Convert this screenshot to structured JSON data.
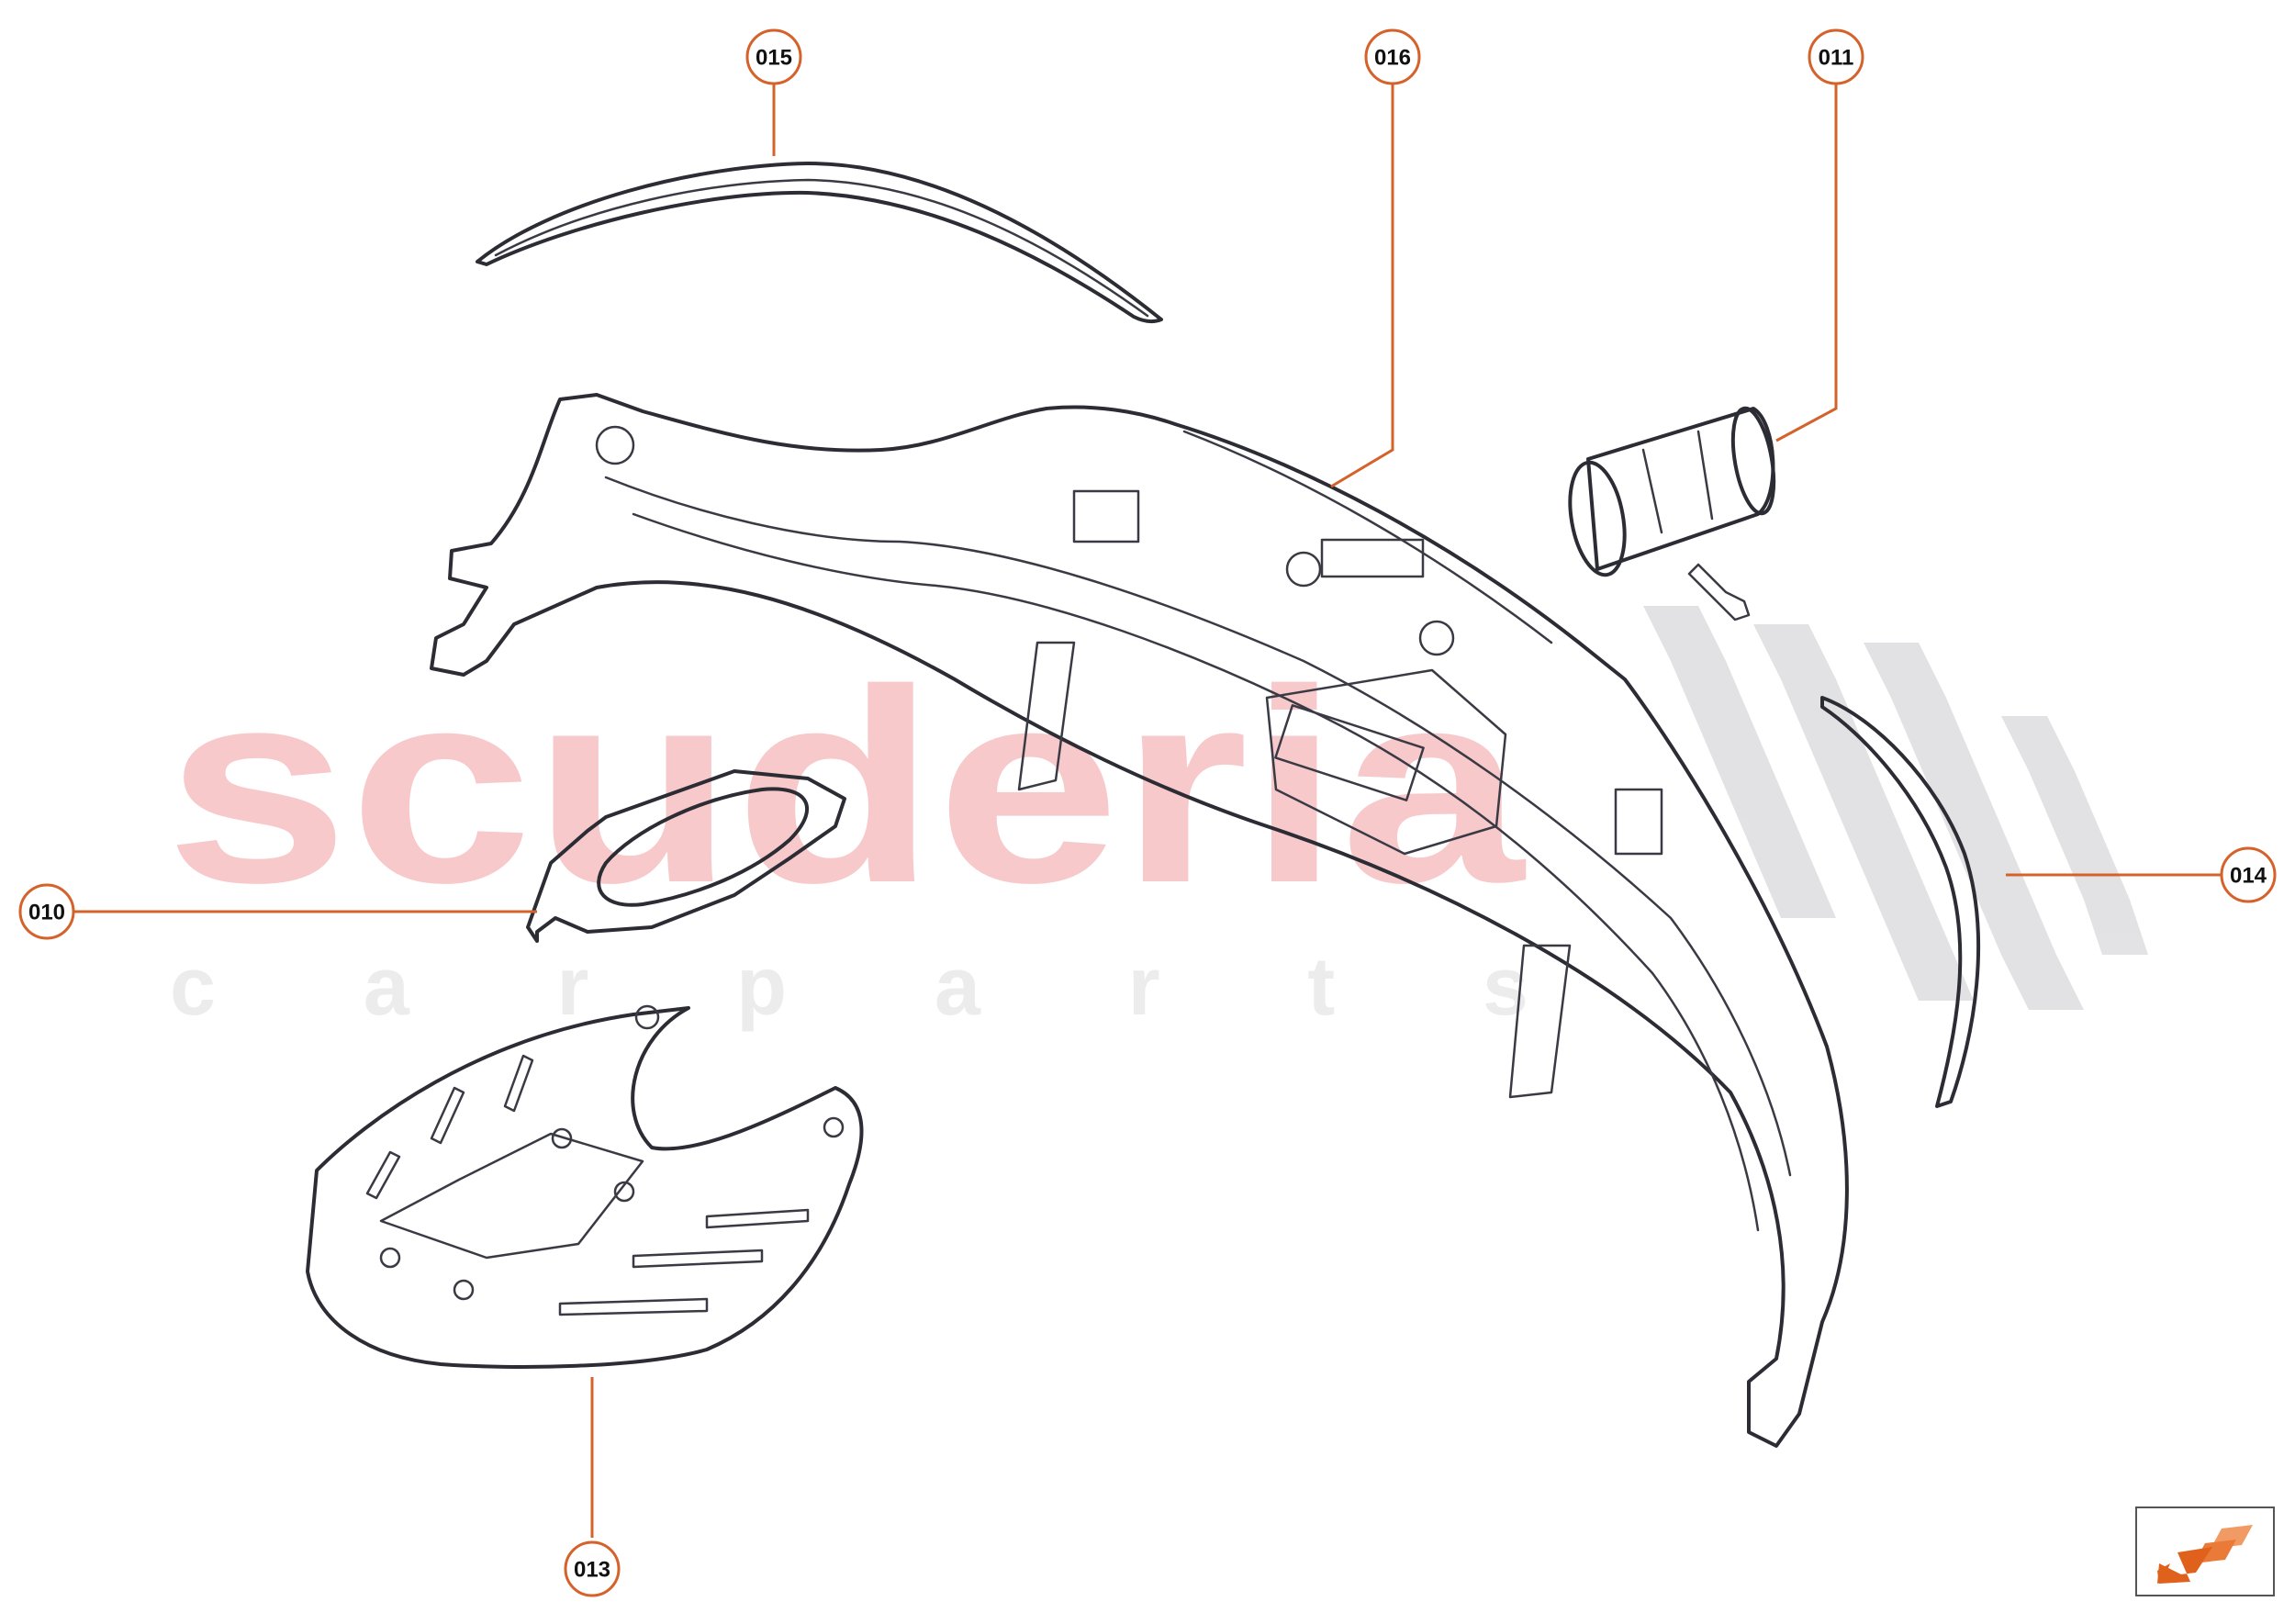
{
  "watermark": {
    "brand": "scuderia",
    "subtitle": "c a r p a r t s"
  },
  "callouts": [
    {
      "label": "015"
    },
    {
      "label": "016"
    },
    {
      "label": "011"
    },
    {
      "label": "010"
    },
    {
      "label": "014"
    },
    {
      "label": "013"
    }
  ],
  "colors": {
    "accent": "#d4622a",
    "watermark_red": "#f7c9cb",
    "part_fill": "#8e8e98"
  },
  "nav": {
    "icon": "arrow-down-left-icon"
  }
}
